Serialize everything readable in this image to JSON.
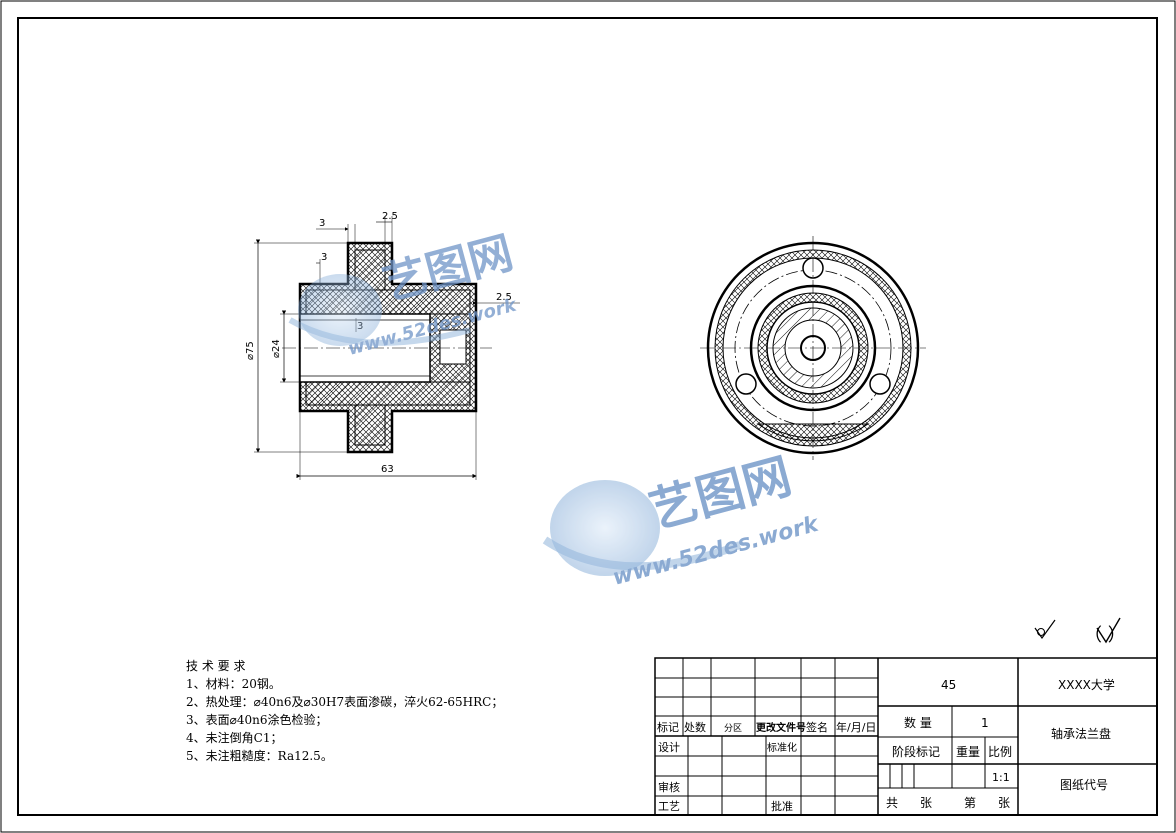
{
  "dimensions": {
    "d1": "3",
    "d2": "2.5",
    "d3": "3",
    "d4": "2.5",
    "d5": "3",
    "dia75": "⌀75",
    "dia24": "⌀24",
    "len63": "63"
  },
  "tech_requirements": {
    "title": "技 术 要 求",
    "items": [
      "1、材料：20钢。",
      "2、热处理：⌀40n6及⌀30H7表面渗碳，淬火62-65HRC；",
      "3、表面⌀40n6涂色检验；",
      "4、未注倒角C1；",
      "5、未注粗糙度：Ra12.5。"
    ]
  },
  "roughness": {
    "bracket": "（  ）"
  },
  "title_block": {
    "material": "45",
    "school": "XXXX大学",
    "part_name": "轴承法兰盘",
    "drawing_code": "图纸代号",
    "quantity_label": "数 量",
    "quantity_value": "1",
    "stage_label": "阶段标记",
    "weight_label": "重量",
    "scale_label": "比例",
    "scale_value": "1:1",
    "mark": "标记",
    "count": "处数",
    "zone": "分区",
    "change_doc": "更改文件号",
    "signature": "签名",
    "date": "年/月/日",
    "design": "设计",
    "standardize": "标准化",
    "review": "审核",
    "process": "工艺",
    "approve": "批准",
    "total": "共",
    "sheet": "张",
    "page": "第",
    "sheet2": "张"
  },
  "watermark": {
    "cn": "艺图网",
    "url": "www.52des.work"
  }
}
